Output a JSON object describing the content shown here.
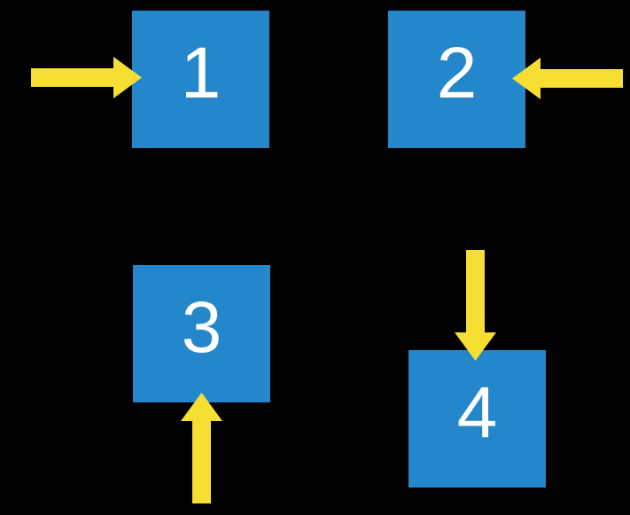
{
  "background_color": "#000000",
  "colors": {
    "square_fill": "#2587CB",
    "arrow_fill": "#F6DF32",
    "number_color": "#FFFFFF"
  },
  "diagram": {
    "type": "numbered-squares-with-block-arrows",
    "squares": [
      {
        "label": "1",
        "arrow_icon": "right-arrow-icon",
        "arrow_side": "left"
      },
      {
        "label": "2",
        "arrow_icon": "left-arrow-icon",
        "arrow_side": "right"
      },
      {
        "label": "3",
        "arrow_icon": "up-arrow-icon",
        "arrow_side": "bottom"
      },
      {
        "label": "4",
        "arrow_icon": "down-arrow-icon",
        "arrow_side": "top"
      }
    ]
  }
}
